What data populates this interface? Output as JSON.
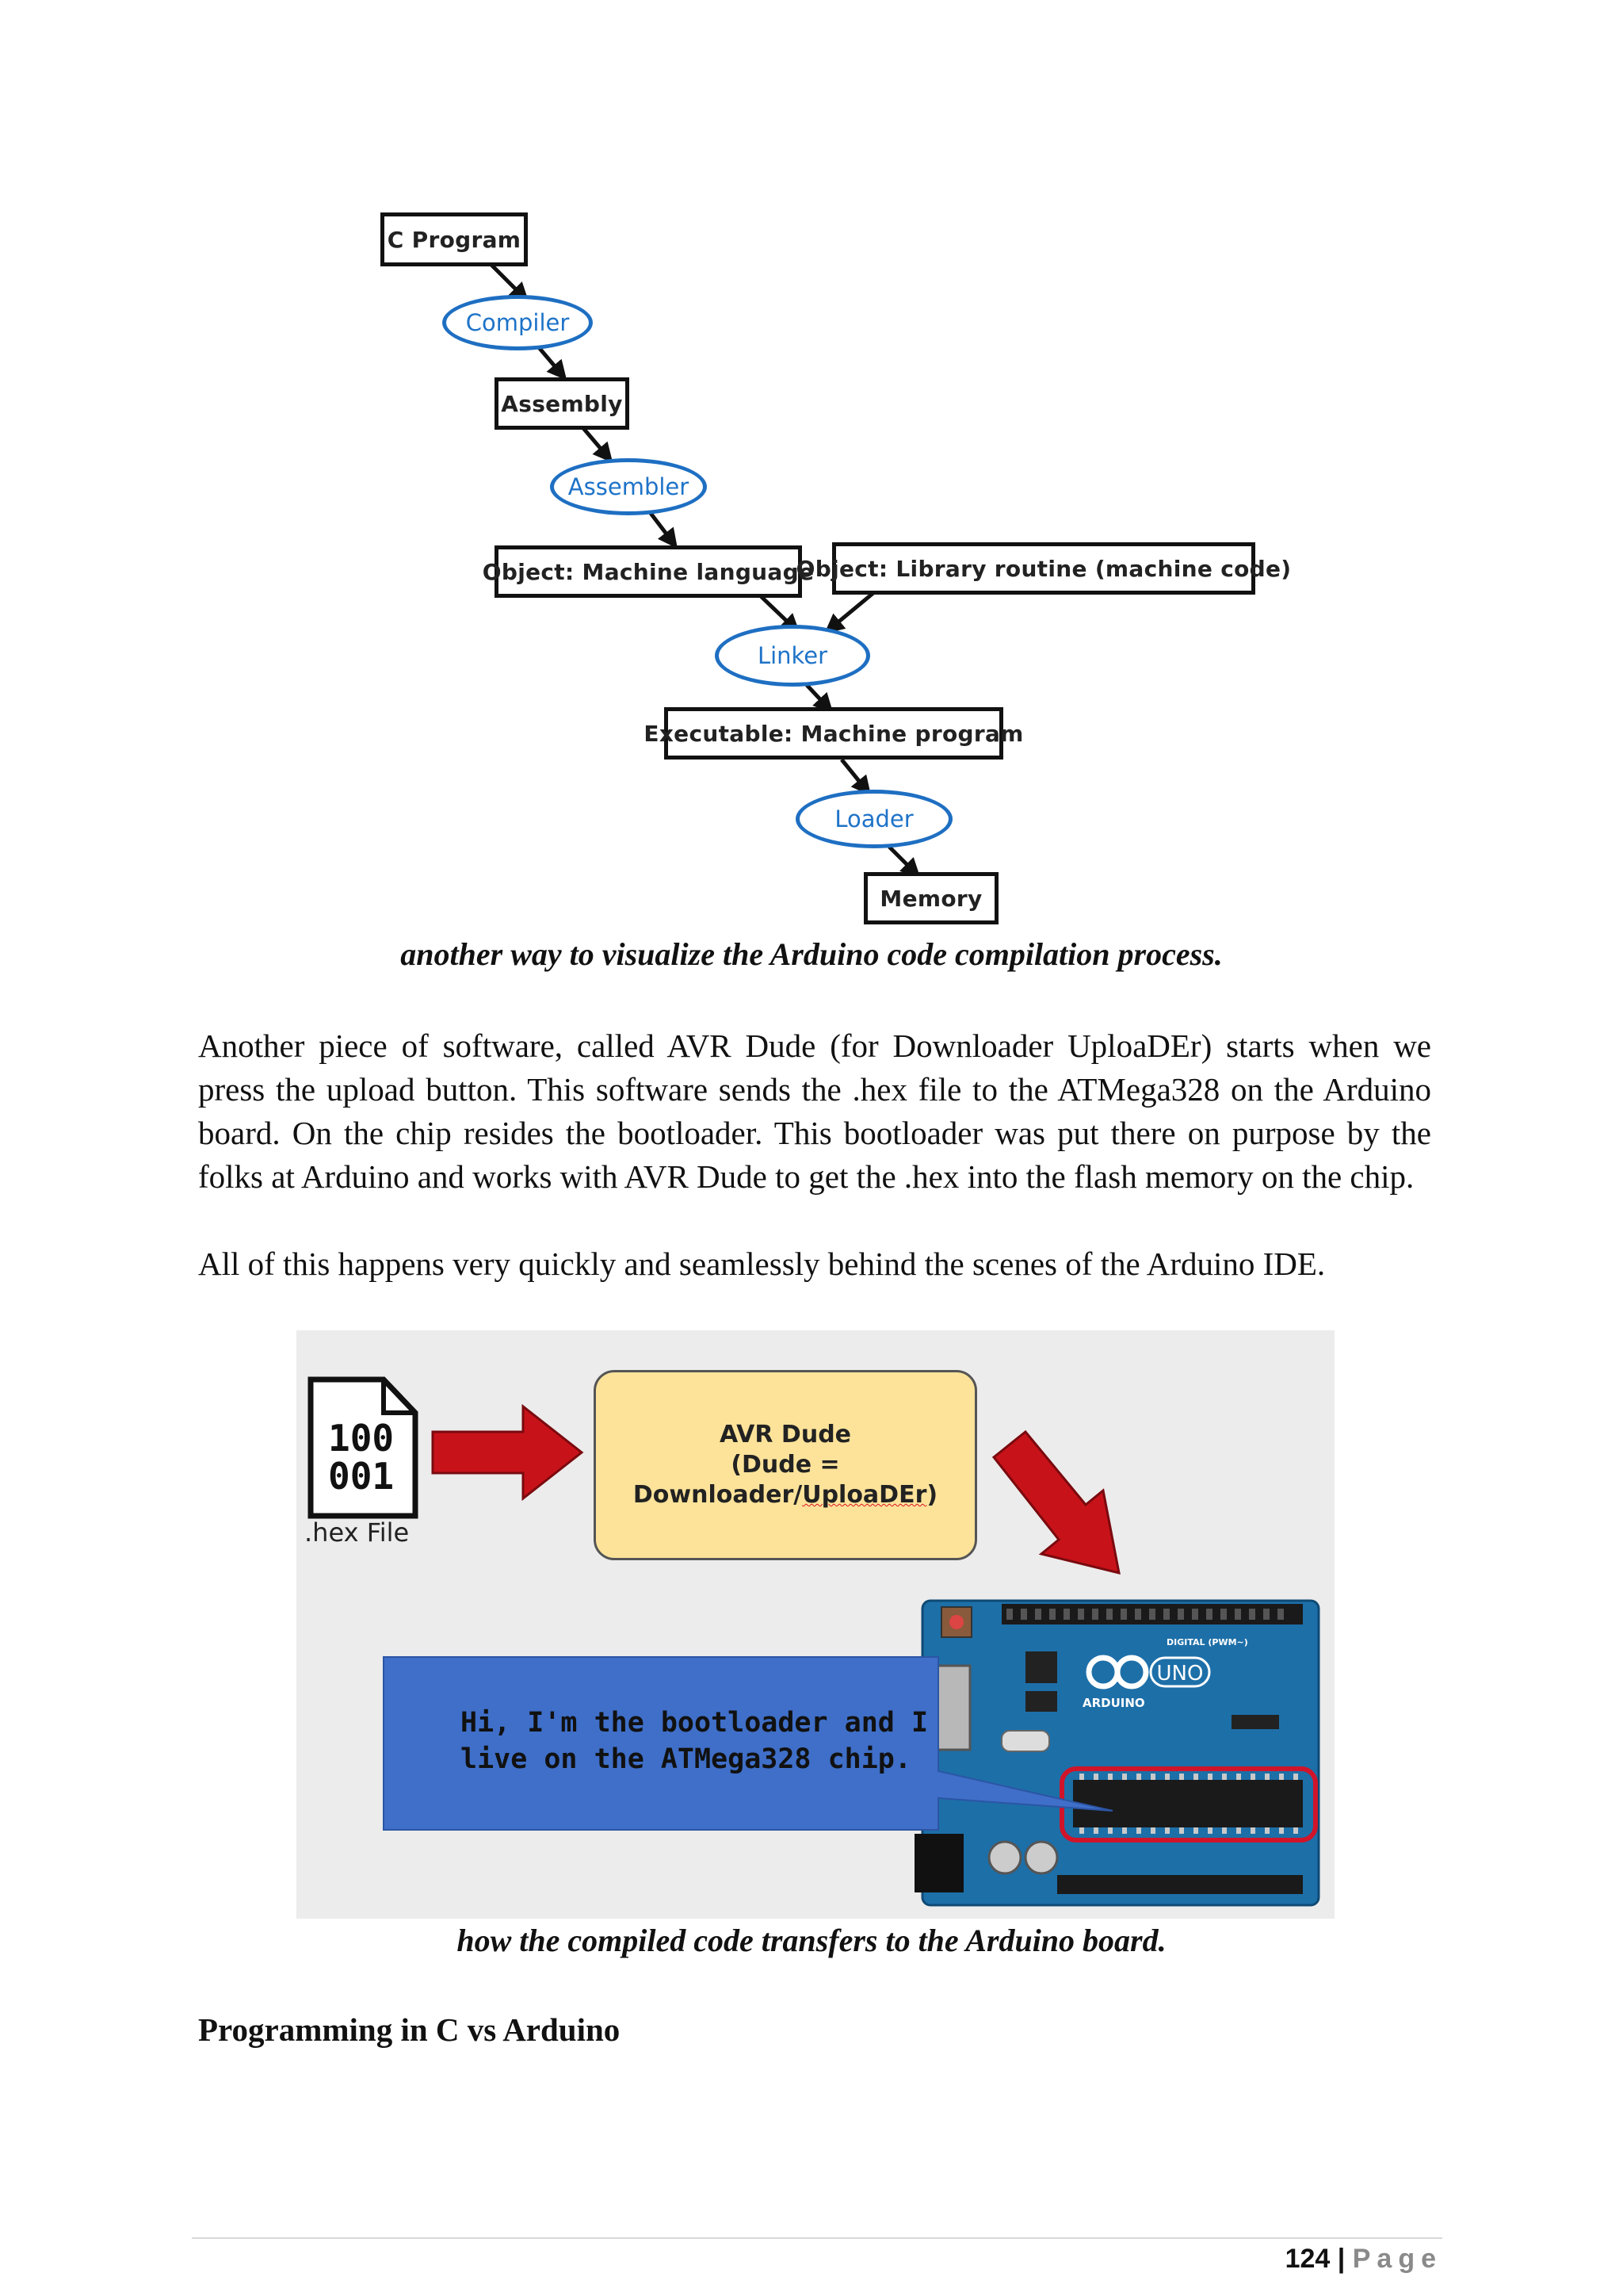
{
  "header_mark": "———",
  "diagram1": {
    "nodes": [
      {
        "kind": "box",
        "label": "C Program"
      },
      {
        "kind": "oval",
        "label": "Compiler"
      },
      {
        "kind": "box",
        "label": "Assembly"
      },
      {
        "kind": "oval",
        "label": "Assembler"
      },
      {
        "kind": "box",
        "label": "Object: Machine language"
      },
      {
        "kind": "box",
        "label": "Object: Library routine (machine code)"
      },
      {
        "kind": "oval",
        "label": "Linker"
      },
      {
        "kind": "box",
        "label": "Executable: Machine program"
      },
      {
        "kind": "oval",
        "label": "Loader"
      },
      {
        "kind": "box",
        "label": "Memory"
      }
    ],
    "caption": "another way to visualize the Arduino code compilation process."
  },
  "body": {
    "paragraph1": "Another piece of software, called AVR Dude (for Downloader UploaDEr) starts when we press the upload button. This software sends the .hex file to the ATMega328 on the Arduino board. On the chip resides the bootloader. This bootloader was put there on purpose by the folks at Arduino and works with AVR Dude to get the .hex into the flash memory on the chip.",
    "paragraph2": "All of this happens very quickly and seamlessly behind the scenes of the Arduino IDE."
  },
  "diagram2": {
    "file_line1": "100",
    "file_line2": "001",
    "file_label": ".hex File",
    "avr_line1": "AVR Dude",
    "avr_line2": "(Dude =",
    "avr_line3_a": "Downloader/",
    "avr_line3_b": "UploaDEr",
    "avr_line3_c": ")",
    "bubble_line1": "Hi, I'm the bootloader and I",
    "bubble_line2": "live on the ATMega328 chip.",
    "board_brand": "ARDUINO",
    "board_model": "UNO",
    "board_digital": "DIGITAL (PWM~)",
    "caption": "how the compiled code transfers to the Arduino board."
  },
  "heading": "Programming in C vs Arduino",
  "footer": {
    "page_number": "124",
    "separator": "|",
    "page_word": "Page"
  },
  "colors": {
    "box_border": "#111111",
    "oval_border": "#1e6fc2",
    "oval_text": "#1e73c8",
    "arrow_red": "#c8121a",
    "bubble_blue": "#3f6fc8",
    "avr_fill": "#fde39a",
    "board_blue": "#1d6fa8"
  }
}
